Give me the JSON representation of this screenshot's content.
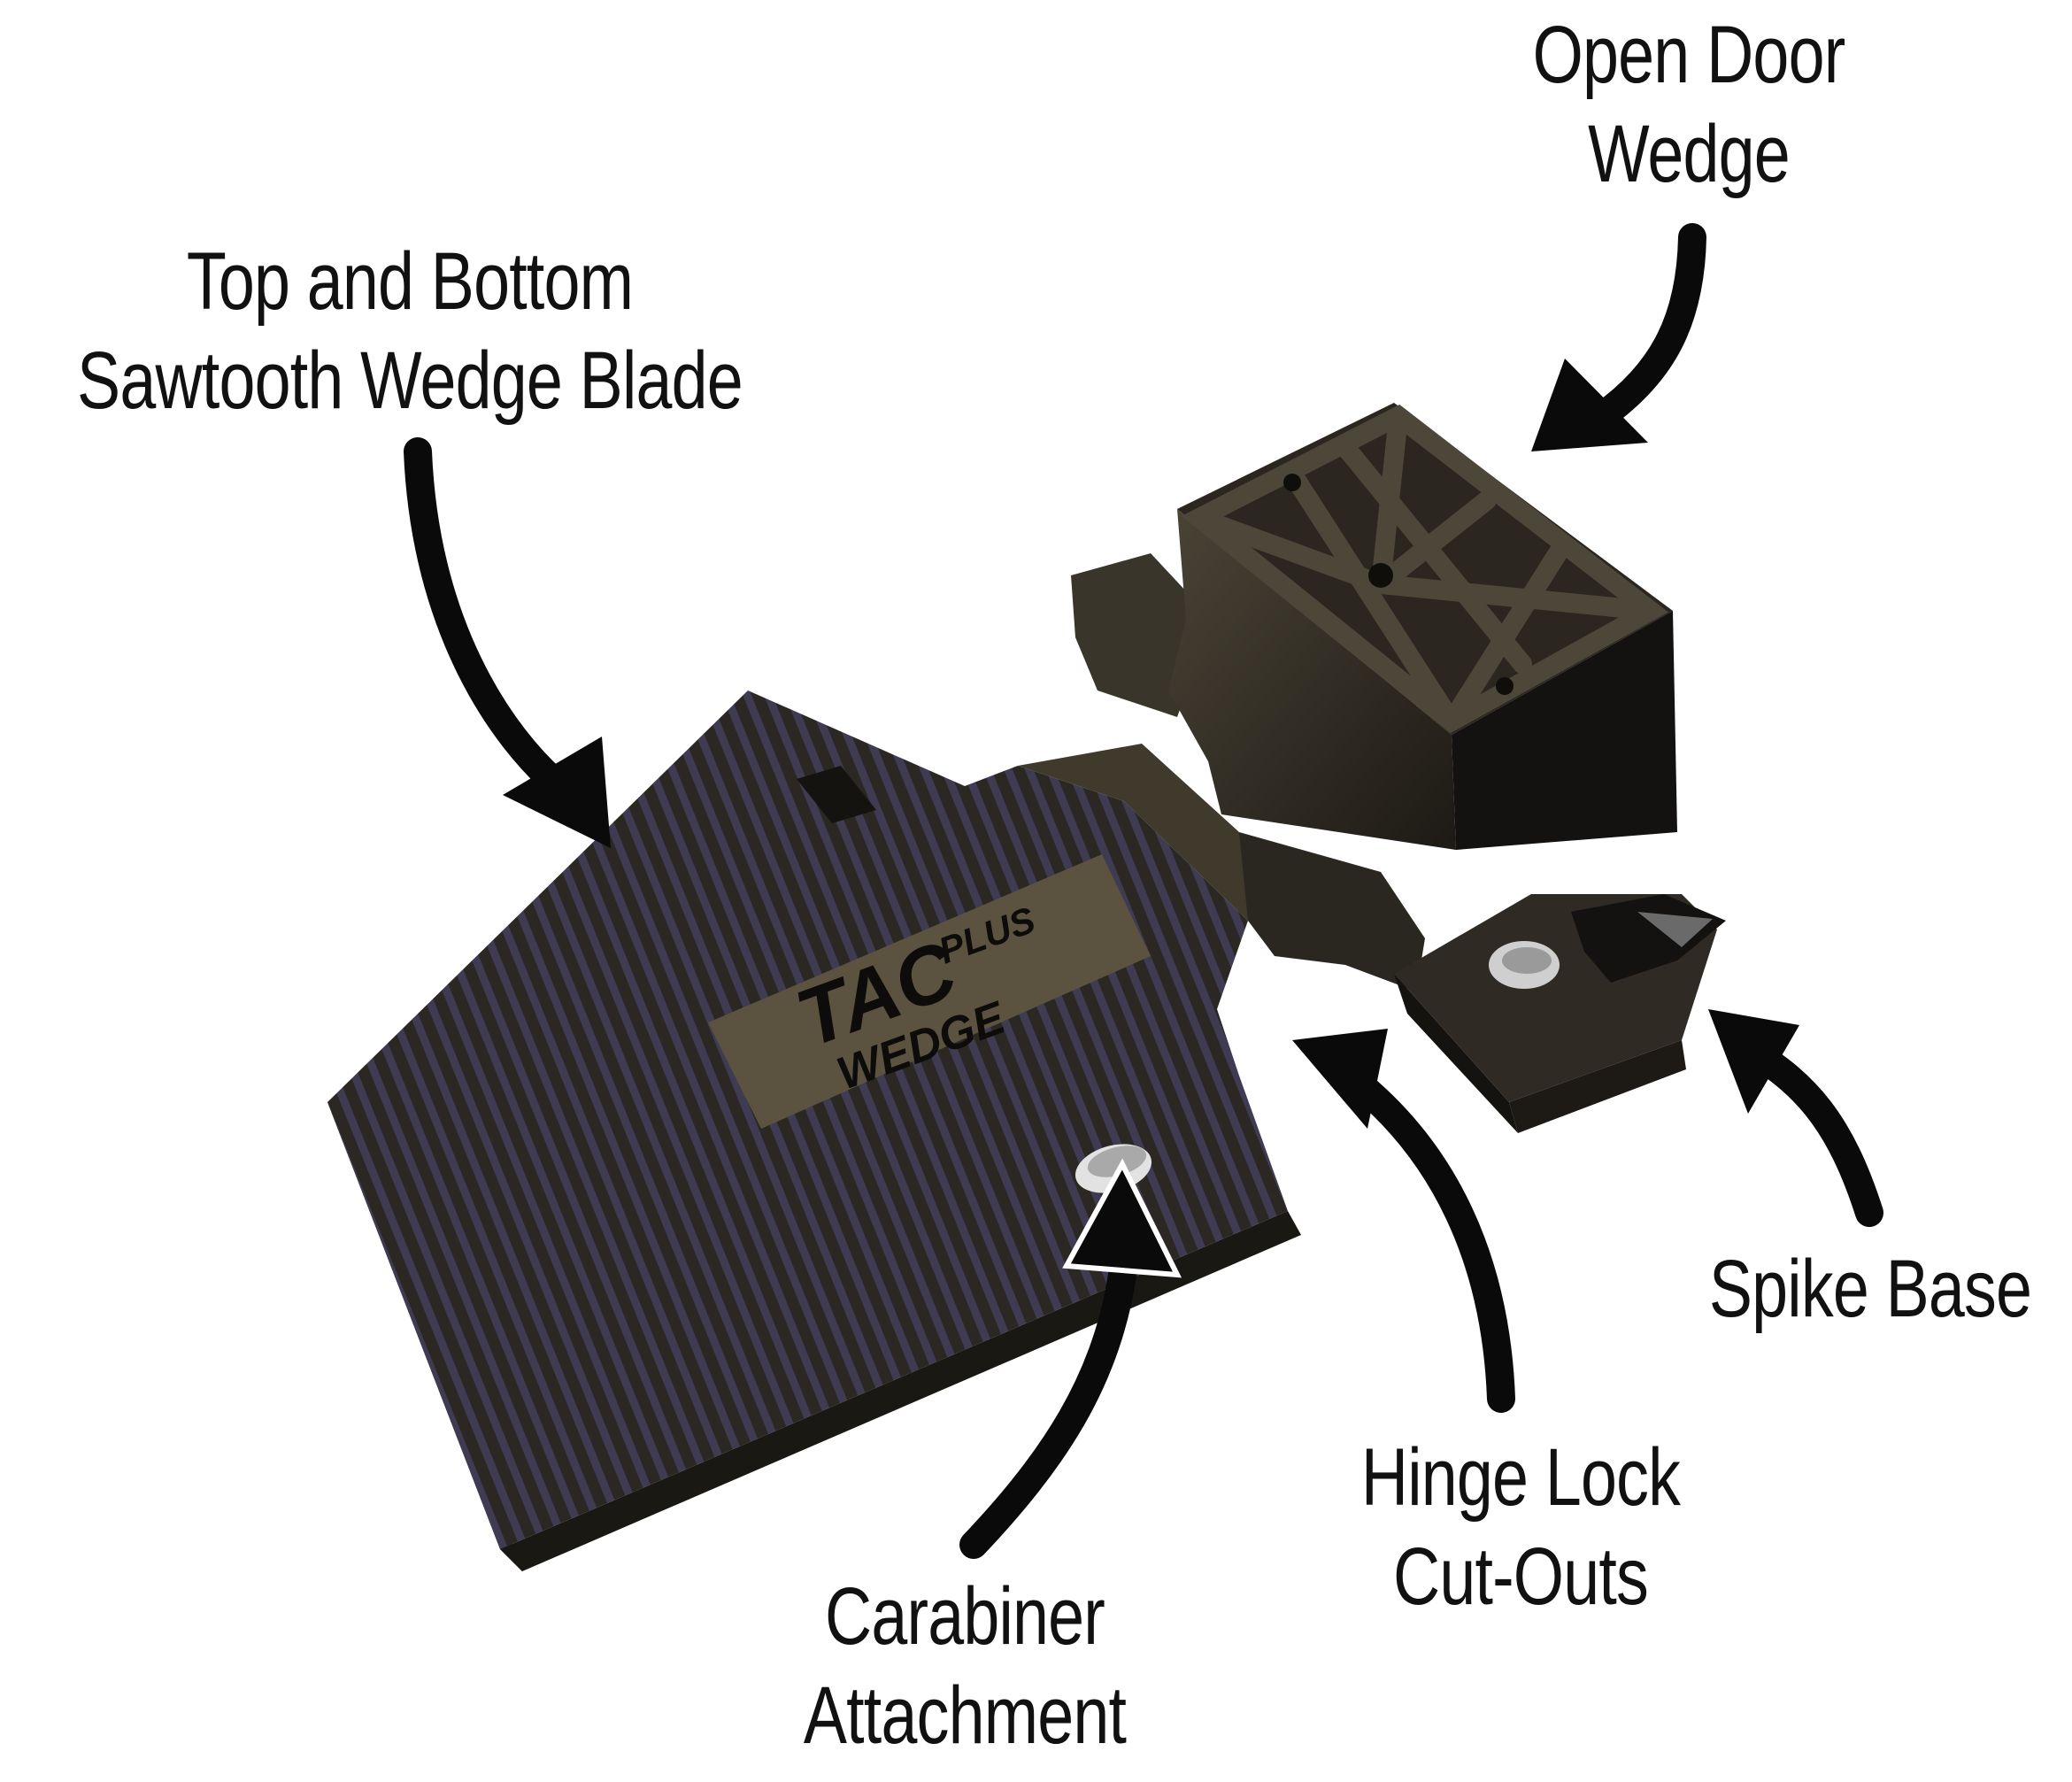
{
  "labels": {
    "blade": {
      "line1": "Top and Bottom",
      "line2": "Sawtooth Wedge Blade"
    },
    "door": {
      "line1": "Open Door",
      "line2": "Wedge"
    },
    "spike": {
      "line1": "Spike Base"
    },
    "hinge": {
      "line1": "Hinge Lock",
      "line2": "Cut-Outs"
    },
    "carabiner": {
      "line1": "Carabiner",
      "line2": "Attachment"
    }
  },
  "logo": {
    "line1": "TAC",
    "line2": "WEDGE",
    "line3": "PLUS"
  },
  "colors": {
    "text": "#111111",
    "arrow": "#0a0a0a",
    "body": "#2e2a22",
    "body_dark": "#1a1712",
    "body_light": "#4a4436",
    "stripe": "#3d3a52",
    "logo_plate": "#5b5240",
    "hole": "#d9d9d9"
  }
}
